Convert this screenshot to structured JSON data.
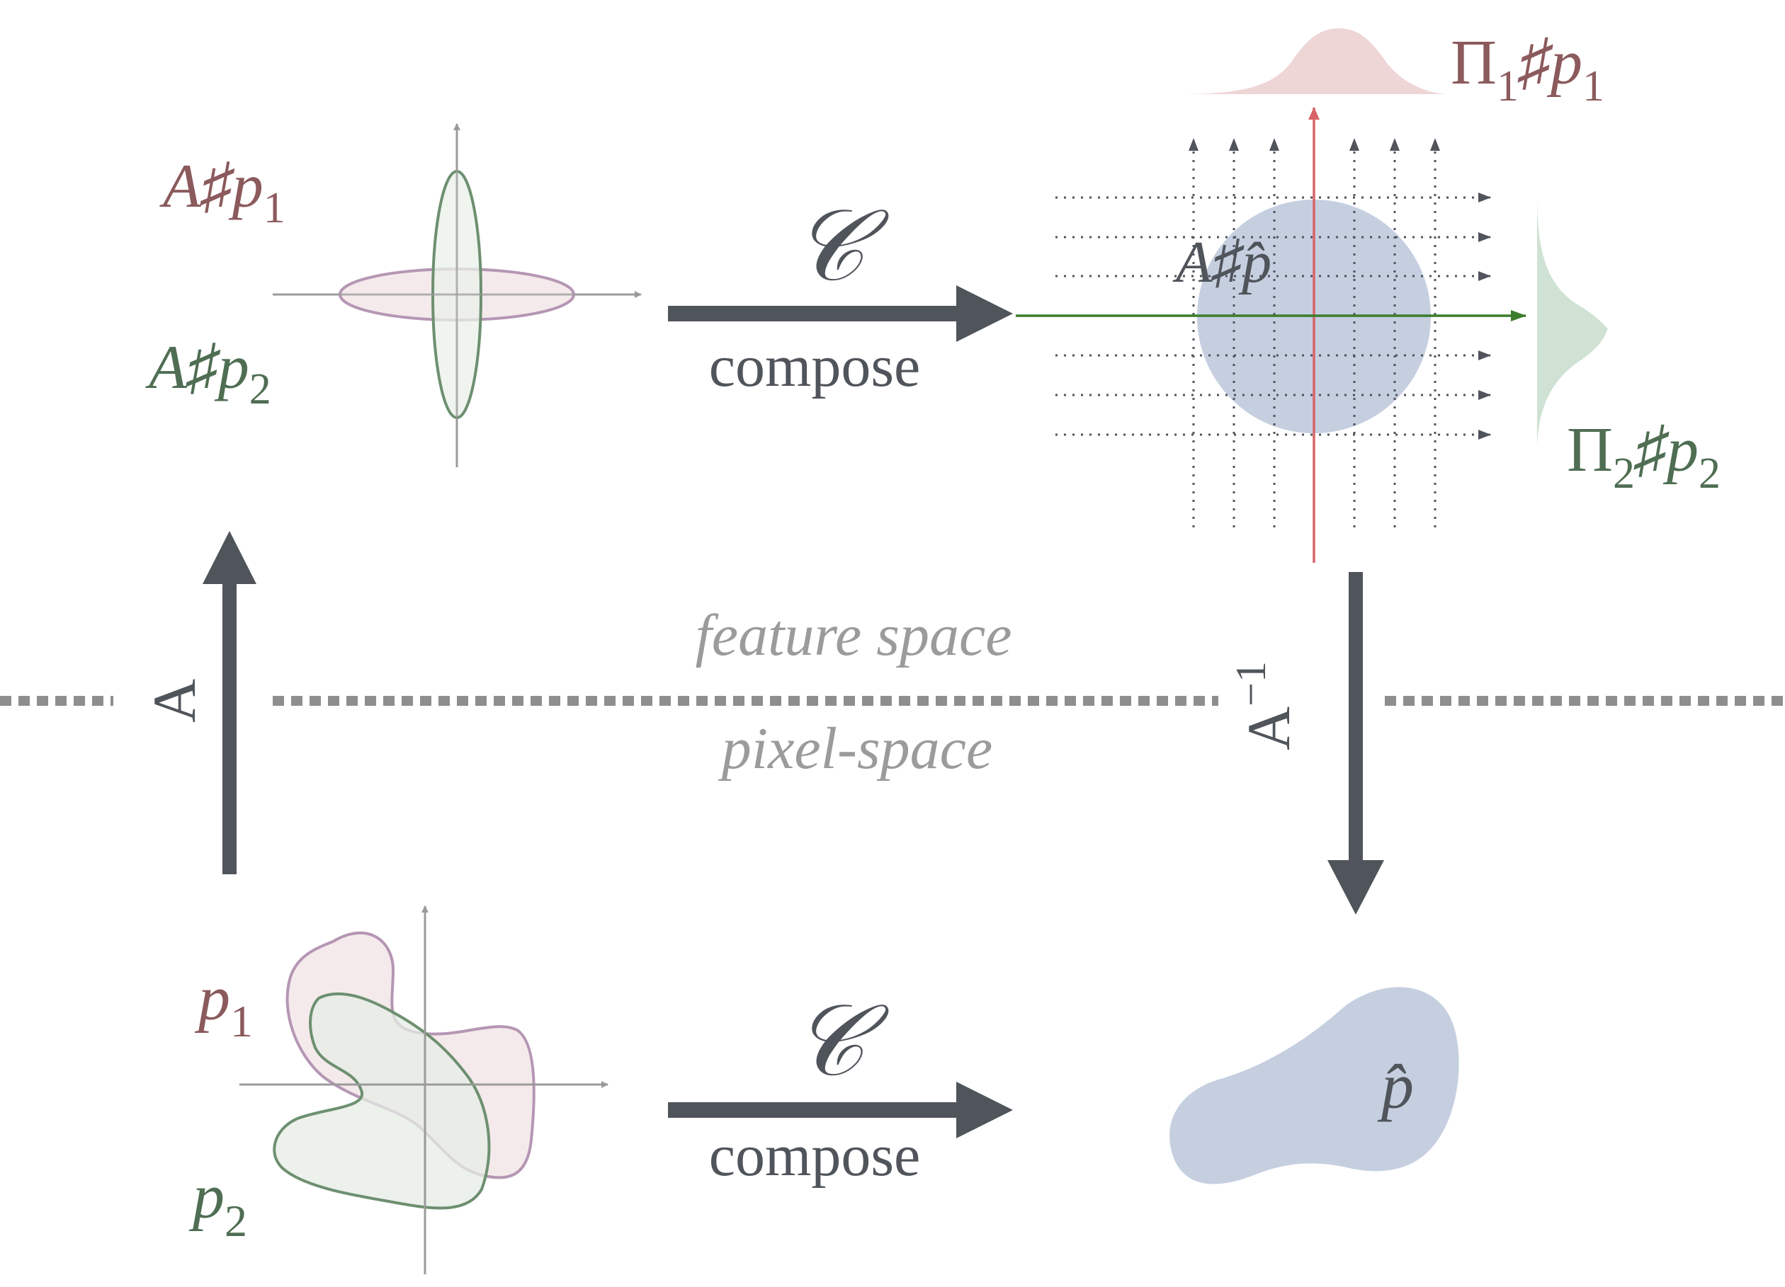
{
  "colors": {
    "dark": "#50545b",
    "gray": "#9b9b9b",
    "mauve": "#8b5a5c",
    "mauve_fill": "#f3e6e8",
    "mauve_stroke": "#b596b4",
    "green": "#4f6e53",
    "green_fill": "#eaf0ea",
    "green_stroke": "#6d9070",
    "blue_fill": "#c5cfe0",
    "pink_fill": "#eed5d6",
    "mint_fill": "#cfe2d3",
    "red_axis": "#d96468",
    "green_axis": "#3b7d2c"
  },
  "labels": {
    "a_p1": {
      "base": "A♯p",
      "sub": "1"
    },
    "a_p2": {
      "base": "A♯p",
      "sub": "2"
    },
    "p1": {
      "base": "p",
      "sub": "1"
    },
    "p2": {
      "base": "p",
      "sub": "2"
    },
    "a_phat": "A♯p̂",
    "phat": "p̂",
    "pi1": {
      "pre": "Π",
      "sub": "1",
      "post": "♯p",
      "sub2": "1"
    },
    "pi2": {
      "pre": "Π",
      "sub": "2",
      "post": "♯p",
      "sub2": "2"
    },
    "compose_symbol": "𝒞",
    "compose_word": "compose",
    "feature_space": "feature space",
    "pixel_space": "pixel-space",
    "map_A": "A",
    "map_A_inv": {
      "base": "A",
      "sup": "−1"
    }
  }
}
